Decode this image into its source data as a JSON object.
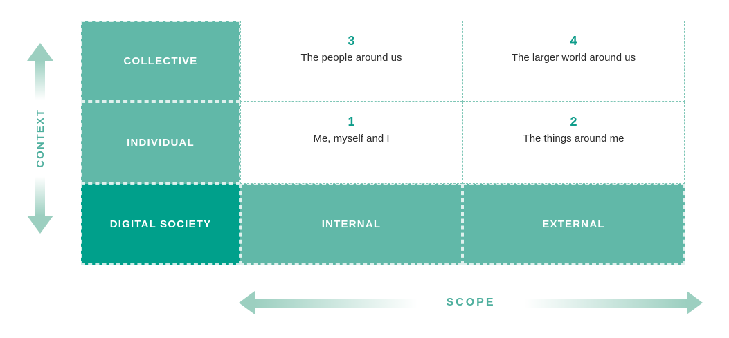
{
  "colors": {
    "teal_medium": "#61b8a8",
    "teal_dark": "#00a08b",
    "dotted_border": "#7ec6b6",
    "number_text": "#0e9c8a",
    "axis_text": "#4faf9e",
    "arrow_fill": "#9ccfc0",
    "body_text": "#2b2b2b"
  },
  "axes": {
    "vertical_label": "CONTEXT",
    "horizontal_label": "SCOPE"
  },
  "matrix": {
    "row_headers": [
      "COLLECTIVE",
      "INDIVIDUAL"
    ],
    "corner_header": "DIGITAL SOCIETY",
    "column_headers": [
      "INTERNAL",
      "EXTERNAL"
    ],
    "cells": [
      {
        "number": "3",
        "label": "The people around us"
      },
      {
        "number": "4",
        "label": "The larger world around us"
      },
      {
        "number": "1",
        "label": "Me, myself and I"
      },
      {
        "number": "2",
        "label": "The things around me"
      }
    ]
  }
}
